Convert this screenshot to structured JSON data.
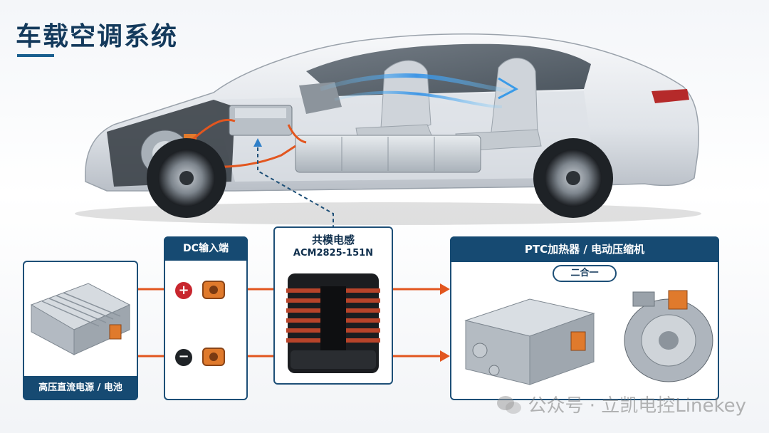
{
  "title": "车载空调系统",
  "labels": {
    "source": "高压直流电源 / 电池",
    "dc_input": "DC输入端",
    "choke_title": "共模电感",
    "choke_model": "ACM2825-151N",
    "ptc_title": "PTC加热器 / 电动压缩机",
    "ptc_sub": "二合一",
    "plus": "+",
    "minus": "−"
  },
  "watermark": "公众号 · 立凯电控Linekey",
  "colors": {
    "header_bg": "#164a72",
    "border": "#1d4f77",
    "wire": "#e2561f",
    "connector": "#e07a2c",
    "coil": "#b8442a"
  }
}
